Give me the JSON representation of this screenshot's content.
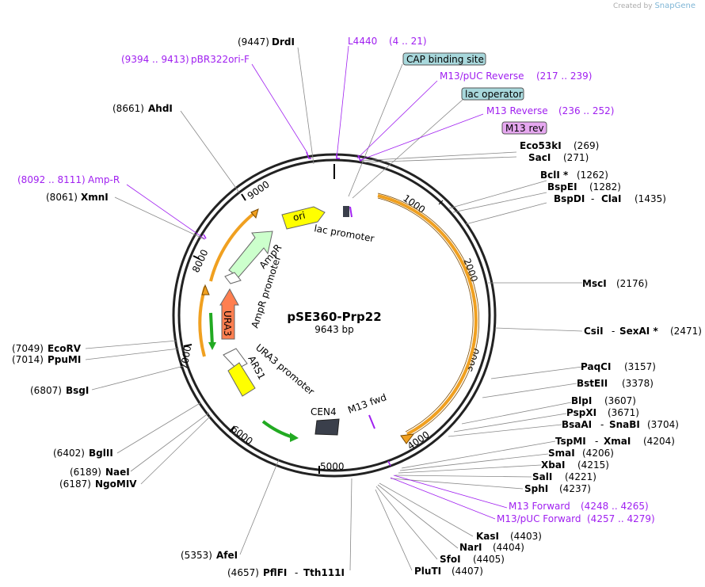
{
  "brand": {
    "created_by": "Created by",
    "name": "SnapGene"
  },
  "plasmid": {
    "name": "pSE360-Prp22",
    "size": "9643 bp"
  },
  "ticks": [
    "1000",
    "2000",
    "3000",
    "4000",
    "5000",
    "6000",
    "7000",
    "8000",
    "9000"
  ],
  "feature_labels": {
    "ori": "ori",
    "ampr": "AmpR",
    "ampr_promoter": "AmpR promoter",
    "ura3": "URA3",
    "ura3_promoter": "URA3 promoter",
    "ars1": "ARS1",
    "cen4": "CEN4",
    "lac_promoter": "lac promoter",
    "m13_fwd": "M13 fwd"
  },
  "boxes": {
    "cap": "CAP binding site",
    "lacop": "lac operator",
    "m13rev": "M13 rev"
  },
  "sites": {
    "drdi": {
      "name": "DrdI",
      "pos": "(9447)"
    },
    "l4440": {
      "name": "L4440",
      "pos": "(4 .. 21)"
    },
    "pbr": {
      "name": "pBR322ori-F",
      "pos": "(9394 .. 9413)"
    },
    "m13puc_rev": {
      "name": "M13/pUC Reverse",
      "pos": "(217 .. 239)"
    },
    "m13_reverse": {
      "name": "M13 Reverse",
      "pos": "(236 .. 252)"
    },
    "ahdi": {
      "name": "AhdI",
      "pos": "(8661)"
    },
    "eco53ki": {
      "name": "Eco53kI",
      "pos": "(269)"
    },
    "saci": {
      "name": "SacI",
      "pos": "(271)"
    },
    "bcli": {
      "name": "BclI *",
      "pos": "(1262)"
    },
    "bspei": {
      "name": "BspEI",
      "pos": "(1282)"
    },
    "bspdi": {
      "name": "BspDI",
      "name2": "ClaI",
      "pos": "(1435)"
    },
    "ampr_site": {
      "name": "Amp-R",
      "pos": "(8092 .. 8111)"
    },
    "xmni": {
      "name": "XmnI",
      "pos": "(8061)"
    },
    "msci": {
      "name": "MscI",
      "pos": "(2176)"
    },
    "csii": {
      "name": "CsiI",
      "name2": "SexAI *",
      "pos": "(2471)"
    },
    "ecorv": {
      "name": "EcoRV",
      "pos": "(7049)"
    },
    "ppumi": {
      "name": "PpuMI",
      "pos": "(7014)"
    },
    "paqci": {
      "name": "PaqCI",
      "pos": "(3157)"
    },
    "bsteii": {
      "name": "BstEII",
      "pos": "(3378)"
    },
    "bsgi": {
      "name": "BsgI",
      "pos": "(6807)"
    },
    "blpi": {
      "name": "BlpI",
      "pos": "(3607)"
    },
    "pspxi": {
      "name": "PspXI",
      "pos": "(3671)"
    },
    "bsaai": {
      "name": "BsaAI",
      "name2": "SnaBI",
      "pos": "(3704)"
    },
    "tspmi": {
      "name": "TspMI",
      "name2": "XmaI",
      "pos": "(4204)"
    },
    "smai": {
      "name": "SmaI",
      "pos": "(4206)"
    },
    "bglii": {
      "name": "BglII",
      "pos": "(6402)"
    },
    "xbai": {
      "name": "XbaI",
      "pos": "(4215)"
    },
    "nael": {
      "name": "NaeI",
      "pos": "(6189)"
    },
    "sali": {
      "name": "SalI",
      "pos": "(4221)"
    },
    "ngomiv": {
      "name": "NgoMIV",
      "pos": "(6187)"
    },
    "sphi": {
      "name": "SphI",
      "pos": "(4237)"
    },
    "m13_forward": {
      "name": "M13 Forward",
      "pos": "(4248 .. 4265)"
    },
    "m13puc_fwd": {
      "name": "M13/pUC Forward",
      "pos": "(4257 .. 4279)"
    },
    "kasi": {
      "name": "KasI",
      "pos": "(4403)"
    },
    "nari": {
      "name": "NarI",
      "pos": "(4404)"
    },
    "sfoi": {
      "name": "SfoI",
      "pos": "(4405)"
    },
    "afei": {
      "name": "AfeI",
      "pos": "(5353)"
    },
    "plutI": {
      "name": "PluTI",
      "pos": "(4407)"
    },
    "pflfi": {
      "name": "PflFI",
      "name2": "Tth111I",
      "pos": "(4657)"
    }
  },
  "colors": {
    "purple": "#a020f0",
    "ori": "#ffff00",
    "ampr": "#ccffcc",
    "ura3": "#ff7f50",
    "cap_box": "#a8d8dc",
    "m13rev_box": "#e6a8f0",
    "cen4": "#3a3f4b",
    "orf": "#f0a020"
  }
}
